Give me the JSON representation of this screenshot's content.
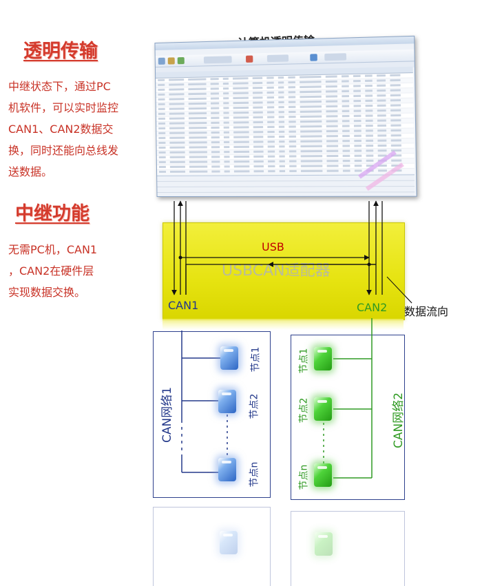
{
  "left": {
    "section1_title": "透明传输",
    "section1_lines": [
      "中继状态下，通过PC",
      "机软件，可以实时监控",
      "CAN1、CAN2数据交",
      "换，同时还能向总线发",
      "送数据。"
    ],
    "section2_title": "中继功能",
    "section2_lines": [
      "无需PC机，CAN1",
      "，CAN2在硬件层",
      "实现数据交换。"
    ]
  },
  "screen": {
    "caption": "计算机透明传输"
  },
  "adapter": {
    "usb_label": "USB",
    "name": "USBCAN适配器",
    "can1_label": "CAN1",
    "can2_label": "CAN2",
    "flow_label": "数据流向"
  },
  "network1": {
    "label": "CAN网络1",
    "nodes": [
      "节点1",
      "节点2",
      "节点n"
    ]
  },
  "network2": {
    "label": "CAN网络2",
    "nodes": [
      "节点1",
      "节点2",
      "节点n"
    ]
  },
  "colors": {
    "title_red": "#d43a2c",
    "adapter_yellow": "#e6e310",
    "can1_blue": "#23388a",
    "can2_green": "#2f9a22",
    "usb_red": "#c00000"
  }
}
